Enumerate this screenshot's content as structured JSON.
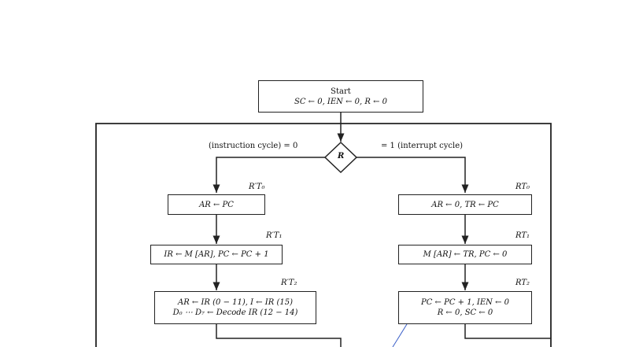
{
  "start": {
    "title": "Start",
    "line": "SC ← 0, IEN ← 0, R ← 0"
  },
  "decision": {
    "symbol": "R",
    "left_label": "(instruction cycle)   = 0",
    "right_label": "= 1   (interrupt cycle)"
  },
  "instruction_cycle": [
    {
      "timing": "R′T₀",
      "lines": [
        "AR ← PC"
      ]
    },
    {
      "timing": "R′T₁",
      "lines": [
        "IR ← M [AR],  PC ← PC + 1"
      ]
    },
    {
      "timing": "R′T₂",
      "lines": [
        "AR ← IR (0 − 11),  I ← IR (15)",
        "D₀ ⋯ D₇ ← Decode IR (12 − 14)"
      ]
    }
  ],
  "interrupt_cycle": [
    {
      "timing": "RT₀",
      "lines": [
        "AR ← 0, TR ← PC"
      ]
    },
    {
      "timing": "RT₁",
      "lines": [
        "M [AR] ← TR,  PC ← 0"
      ]
    },
    {
      "timing": "RT₂",
      "lines": [
        "PC ← PC + 1,  IEN ← 0",
        "R ← 0, SC ← 0"
      ]
    }
  ]
}
